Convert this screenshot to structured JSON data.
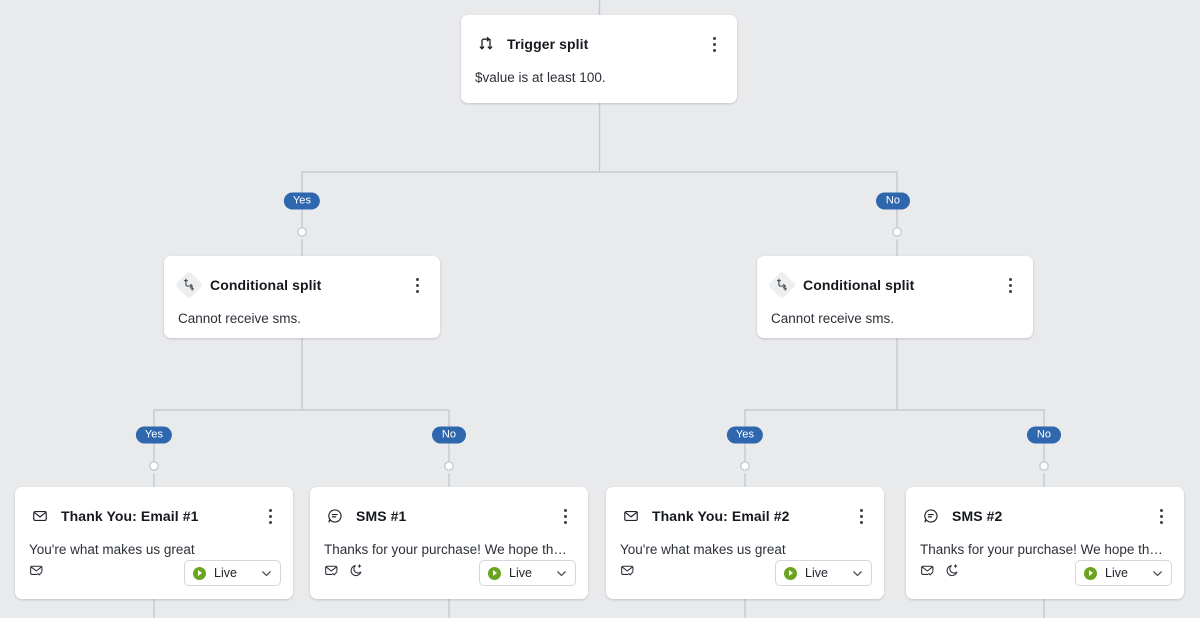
{
  "canvas": {
    "background_color": "#e9eaec",
    "edge_color": "#c6cad0",
    "branch_pill_color": "#2e67ae",
    "live_accent_color": "#6aa420"
  },
  "nodes": {
    "trigger_split": {
      "icon": "trigger-split-icon",
      "title": "Trigger split",
      "body": "$value is at least 100.",
      "menu": "kebab-menu-icon"
    },
    "conditional_split_left": {
      "icon": "conditional-split-icon",
      "title": "Conditional split",
      "body": "Cannot receive sms.",
      "menu": "kebab-menu-icon"
    },
    "conditional_split_right": {
      "icon": "conditional-split-icon",
      "title": "Conditional split",
      "body": "Cannot receive sms.",
      "menu": "kebab-menu-icon"
    },
    "email_1": {
      "icon": "envelope-icon",
      "title": "Thank You: Email #1",
      "body": "You're what makes us great",
      "menu": "kebab-menu-icon",
      "foot_icons": [
        "envelope-check-icon"
      ],
      "status": {
        "label": "Live",
        "indicator": "play-circle-icon",
        "chevron": "chevron-down-icon"
      }
    },
    "sms_1": {
      "icon": "sms-bubble-icon",
      "title": "SMS #1",
      "body": "Thanks for your purchase! We hope that ...",
      "menu": "kebab-menu-icon",
      "foot_icons": [
        "envelope-check-icon",
        "quiet-hours-moon-icon"
      ],
      "status": {
        "label": "Live",
        "indicator": "play-circle-icon",
        "chevron": "chevron-down-icon"
      }
    },
    "email_2": {
      "icon": "envelope-icon",
      "title": "Thank You: Email #2",
      "body": "You're what makes us great",
      "menu": "kebab-menu-icon",
      "foot_icons": [
        "envelope-check-icon"
      ],
      "status": {
        "label": "Live",
        "indicator": "play-circle-icon",
        "chevron": "chevron-down-icon"
      }
    },
    "sms_2": {
      "icon": "sms-bubble-icon",
      "title": "SMS #2",
      "body": "Thanks for your purchase! We hope that ...",
      "menu": "kebab-menu-icon",
      "foot_icons": [
        "envelope-check-icon",
        "quiet-hours-moon-icon"
      ],
      "status": {
        "label": "Live",
        "indicator": "play-circle-icon",
        "chevron": "chevron-down-icon"
      }
    }
  },
  "branches": {
    "trigger_yes": "Yes",
    "trigger_no": "No",
    "left_yes": "Yes",
    "left_no": "No",
    "right_yes": "Yes",
    "right_no": "No"
  }
}
